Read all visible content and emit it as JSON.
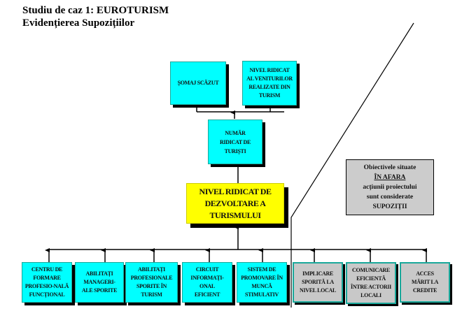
{
  "header": {
    "title_line1": "Studiu de caz 1: EUROTURISM",
    "title_line2": "Evidențierea Supozițiilor"
  },
  "top_level": [
    {
      "id": "somaj",
      "label": "ȘOMAJ SCĂZUT",
      "color": "#00ffff"
    },
    {
      "id": "venituri",
      "label": "NIVEL RIDICAT AL VENITURILOR REALIZATE DIN TURISM",
      "color": "#00ffff"
    }
  ],
  "mid_level": {
    "id": "turisti",
    "label": "NUMĂR RIDICAT DE TURIȘTI",
    "color": "#00ffff"
  },
  "central": {
    "id": "dezvoltare",
    "label": "NIVEL RIDICAT DE DEZVOLTARE A TURISMULUI",
    "color": "#ffff00"
  },
  "bottom_level": [
    {
      "label": "CENTRU DE FORMARE PROFESIO-NALĂ FUNCȚIONAL",
      "type": "internal"
    },
    {
      "label": "ABILITAȚI MANAGERI-ALE SPORITE",
      "type": "internal"
    },
    {
      "label": "ABILITAȚI PROFESIONALE SPORITE ÎN TURISM",
      "type": "internal"
    },
    {
      "label": "CIRCUIT INFORMAȚI-ONAL EFICIENT",
      "type": "internal"
    },
    {
      "label": "SISTEM DE PROMOVARE ÎN MUNCĂ STIMULATIV",
      "type": "internal"
    },
    {
      "label": "IMPLICARE SPORITĂ LA NIVEL LOCAL",
      "type": "assumption"
    },
    {
      "label": "COMUNICARE EFICIENTĂ ÎNTRE ACTORII LOCALI",
      "type": "assumption"
    },
    {
      "label": "ACCES MĂRIT LA CREDITE",
      "type": "assumption"
    }
  ],
  "note": {
    "line1": "Obiectivele situate",
    "line2": "ÎN AFARA",
    "line3": "acțiunii proiectului",
    "line4": "sunt considerate",
    "line5": "SUPOZIȚII"
  },
  "colors": {
    "cyan": "#00ffff",
    "yellow": "#ffff00",
    "teal_border": "#19a89a",
    "grey": "#d8d8d8"
  }
}
